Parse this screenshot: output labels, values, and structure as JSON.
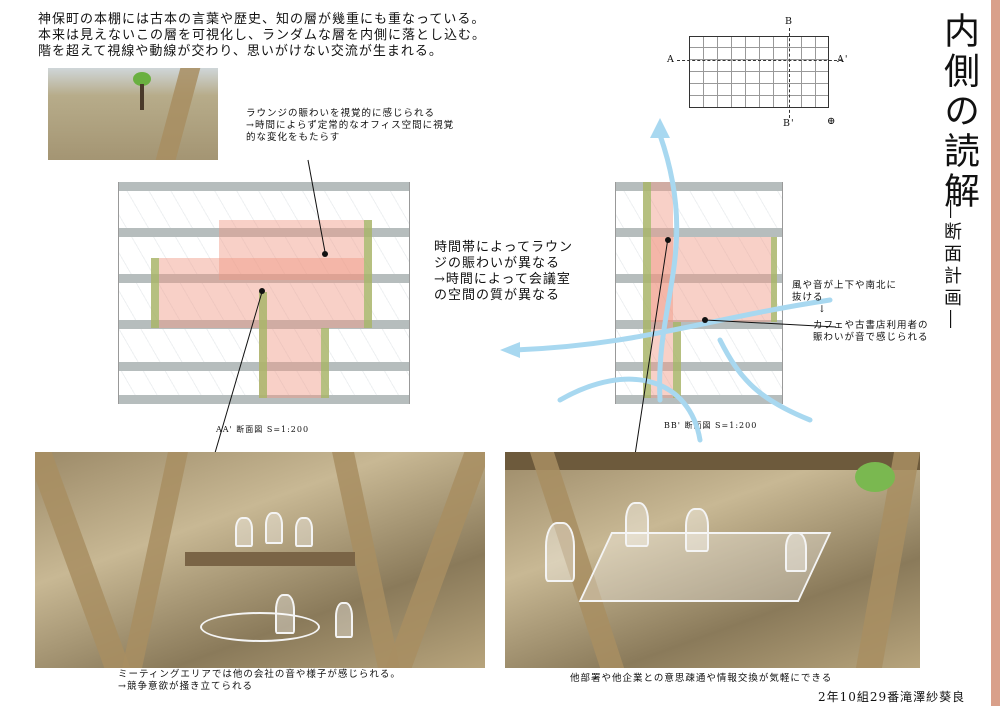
{
  "intro": {
    "lines": [
      "神保町の本棚には古本の言葉や歴史、知の層が幾重にも重なっている。",
      "本来は見えないこの層を可視化し、ランダムな層を内側に落とし込む。",
      "階を超えて視線や動線が交わり、思いがけない交流が生まれる。"
    ]
  },
  "title": "内側の読解",
  "subtitle": "―断面計画―",
  "annotations": {
    "lounge_visual": [
      "ラウンジの賑わいを視覚的に感じられる",
      "→時間によらず定常的なオフィス空間に視覚",
      "的な変化をもたらす"
    ],
    "time_lounge": [
      "時間帯によってラウン",
      "ジの賑わいが異なる",
      "→時間によって会議室",
      "の空間の質が異なる"
    ],
    "wind_sound": [
      "風や音が上下や南北に",
      "抜ける",
      "↓"
    ],
    "cafe_sound": [
      "カフェや古書店利用者の",
      "賑わいが音で感じられる"
    ]
  },
  "keyplan": {
    "labels": [
      "A",
      "A'",
      "B",
      "B'"
    ]
  },
  "sections": {
    "aa_label": "AA' 断面図 S=1:200",
    "bb_label": "BB' 断面図 S=1:200"
  },
  "captions": {
    "meeting": [
      "ミーティングエリアでは他の会社の音や様子が感じられる。",
      "→競争意欲が掻き立てられる"
    ],
    "exchange": "他部署や他企業との意思疎通や情報交換が気軽にできる"
  },
  "author": "2年10組29番滝澤紗葵良",
  "colors": {
    "void": "#f09682",
    "wall": "#a9b56a",
    "flow_arrow": "#a8d8f0",
    "accent_strip": "#d9a08a"
  }
}
